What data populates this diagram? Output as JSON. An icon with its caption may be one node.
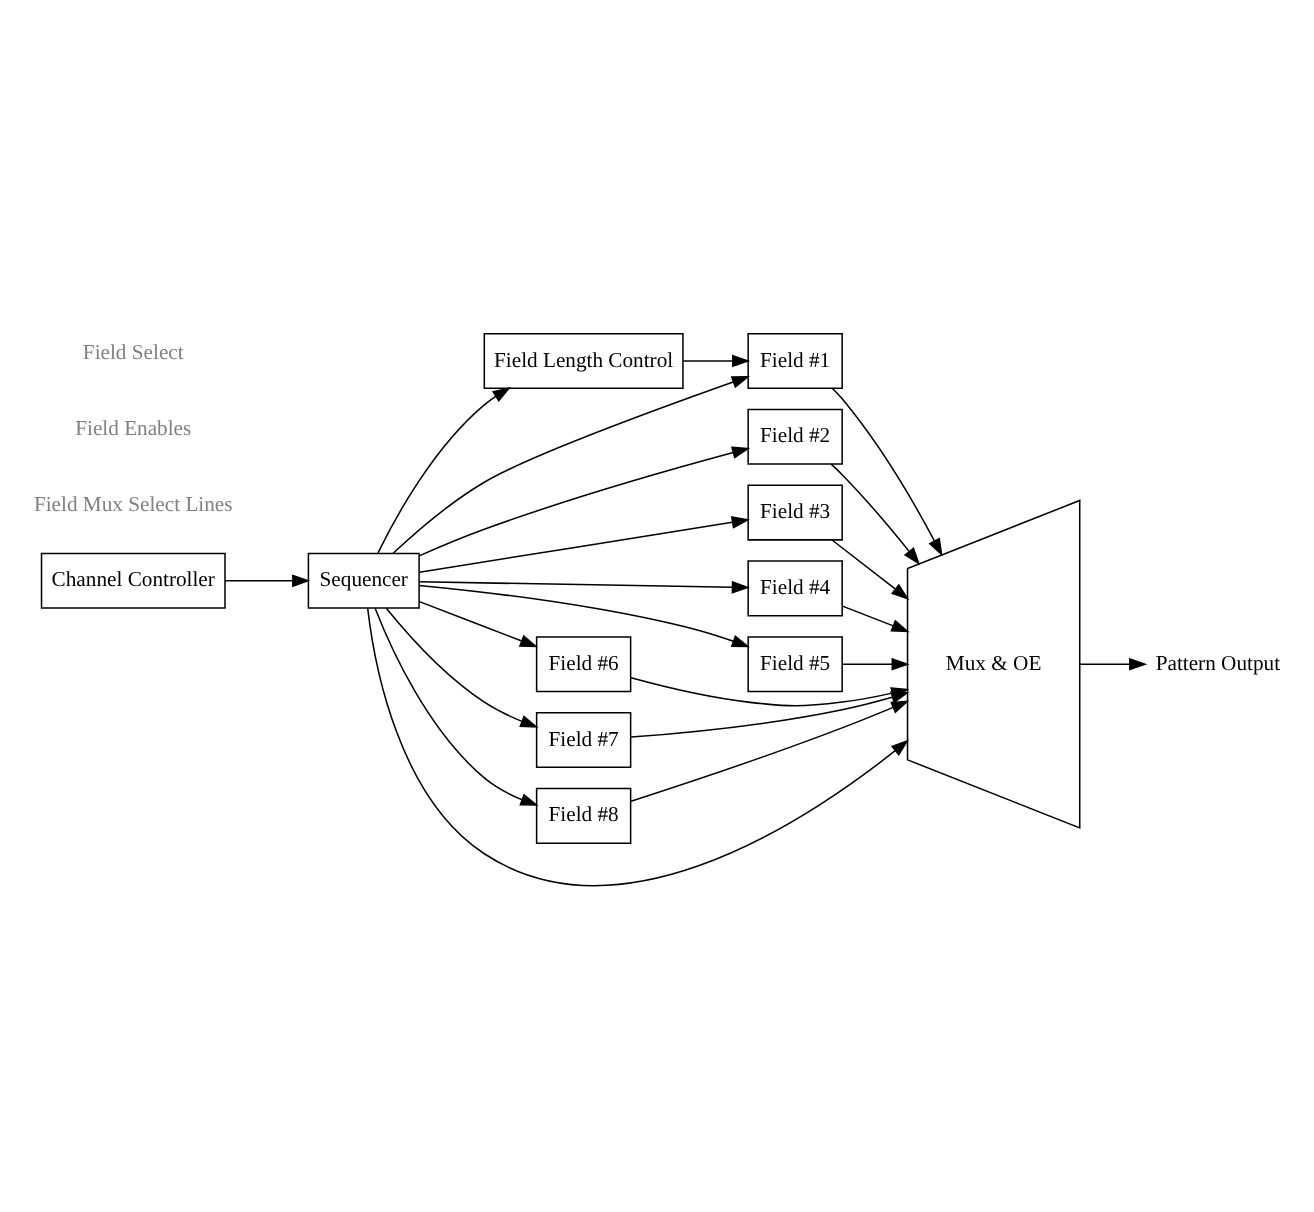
{
  "diagram": {
    "nodes": [
      {
        "text": [
          "Field Length Control"
        ]
      },
      {
        "text": [
          "Sequencer"
        ]
      },
      {
        "text": [
          "Channel Controller"
        ]
      },
      {
        "text": [
          "Field #1"
        ]
      },
      {
        "text": [
          "Field #2"
        ]
      },
      {
        "text": [
          "Field #3"
        ]
      },
      {
        "text": [
          "Field #4"
        ]
      },
      {
        "text": [
          "Field #5"
        ]
      },
      {
        "text": [
          "Field #6"
        ]
      },
      {
        "text": [
          "Field #7"
        ]
      },
      {
        "text": [
          "Field #8"
        ]
      },
      {
        "text": [
          "Mux & OE"
        ]
      },
      {
        "text": [
          "Pattern Output"
        ]
      }
    ],
    "edges": [
      {
        "from": 2,
        "to": 1,
        "arrow": "to"
      },
      {
        "from": 1,
        "to": 0,
        "arrow": "to"
      },
      {
        "from": 0,
        "to": 3,
        "arrow": "to"
      },
      {
        "from": 1,
        "to": 3,
        "arrow": "to"
      },
      {
        "from": 1,
        "to": 4,
        "arrow": "to"
      },
      {
        "from": 1,
        "to": 5,
        "arrow": "to"
      },
      {
        "from": 1,
        "to": 6,
        "arrow": "to"
      },
      {
        "from": 1,
        "to": 7,
        "arrow": "to"
      },
      {
        "from": 1,
        "to": 8,
        "arrow": "to"
      },
      {
        "from": 1,
        "to": 9,
        "arrow": "to"
      },
      {
        "from": 1,
        "to": 10,
        "arrow": "to"
      },
      {
        "from": 3,
        "to": 11,
        "arrow": "to"
      },
      {
        "from": 4,
        "to": 11,
        "arrow": "to"
      },
      {
        "from": 5,
        "to": 11,
        "arrow": "to"
      },
      {
        "from": 6,
        "to": 11,
        "arrow": "to"
      },
      {
        "from": 7,
        "to": 11,
        "arrow": "to"
      },
      {
        "from": 8,
        "to": 11,
        "arrow": "to"
      },
      {
        "from": 9,
        "to": 11,
        "arrow": "to"
      },
      {
        "from": 10,
        "to": 11,
        "arrow": "to"
      },
      {
        "from": 1,
        "to": 11,
        "arrow": "to"
      },
      {
        "from": 11,
        "to": 12,
        "arrow": "to"
      }
    ],
    "labels": [
      "Field Mux Select Lines",
      "Field Enables",
      "Field Select"
    ]
  }
}
